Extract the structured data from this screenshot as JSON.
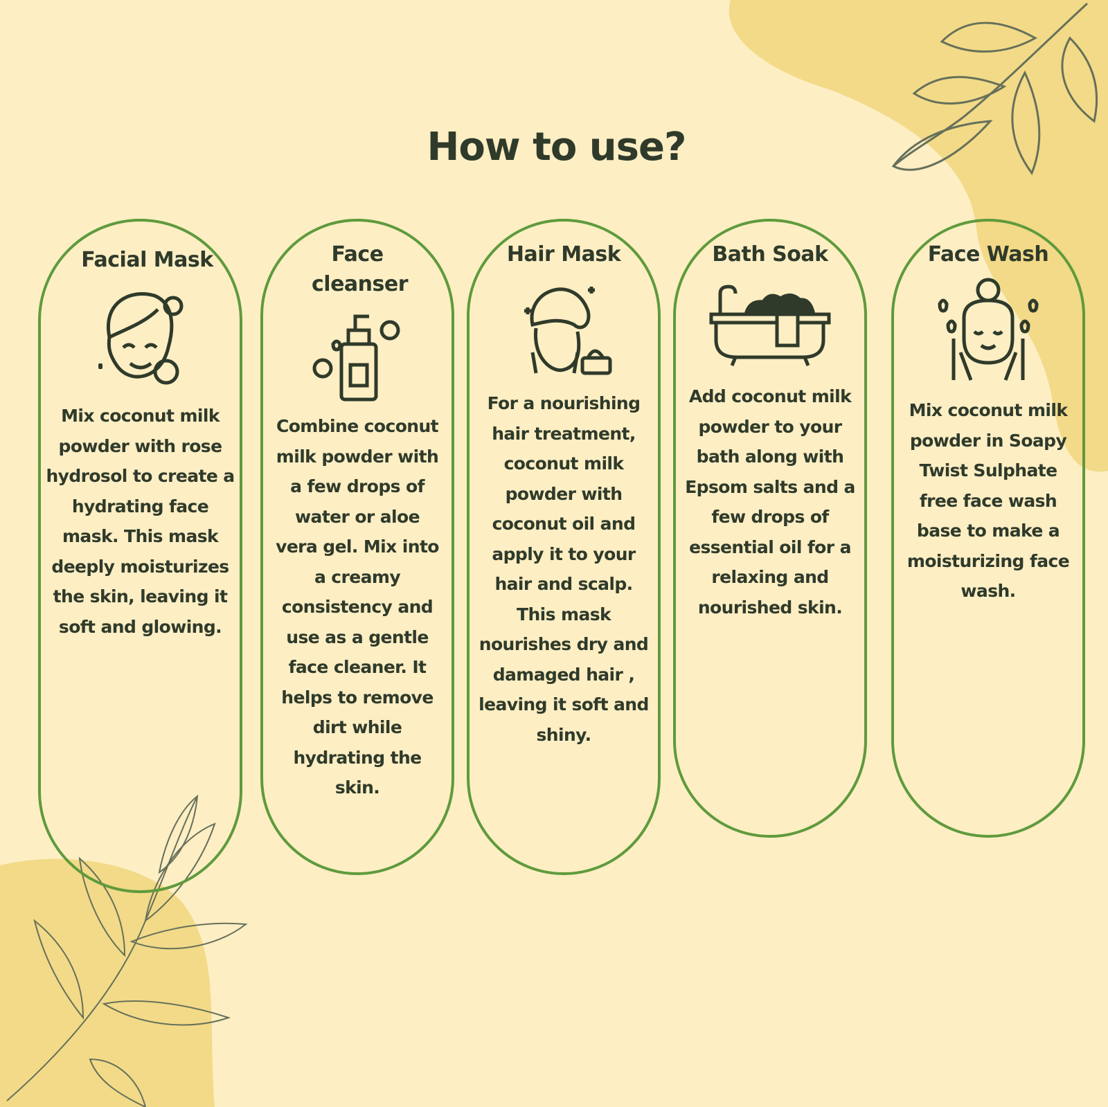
{
  "title": "How to use?",
  "colors": {
    "background": "#fdeec4",
    "blob": "#f2da88",
    "border": "#5f9a3c",
    "text": "#2f3a2a"
  },
  "cards": [
    {
      "title": "Facial Mask",
      "icon": "smiling-face-icon",
      "text": "Mix coconut milk powder with rose hydrosol to create a hydrating face mask. This mask deeply moisturizes the skin, leaving it soft and glowing."
    },
    {
      "title": "Face cleanser",
      "icon": "pump-bottle-icon",
      "text": "Combine coconut milk powder with a few drops of water or aloe vera gel. Mix into a creamy consistency and use as a gentle face cleaner. It helps to remove dirt while hydrating the skin."
    },
    {
      "title": "Hair Mask",
      "icon": "hair-towel-icon",
      "text": "For a nourishing hair treatment, coconut milk powder with coconut oil  and apply it to your hair and scalp. This mask nourishes dry and damaged hair , leaving it soft and shiny."
    },
    {
      "title": "Bath Soak",
      "icon": "bathtub-icon",
      "text": "Add coconut milk powder to your bath along with Epsom salts and a few drops of essential oil for a relaxing and nourished skin."
    },
    {
      "title": "Face Wash",
      "icon": "face-wash-icon",
      "text": "Mix coconut milk powder in Soapy Twist Sulphate free face wash base to make a moisturizing face wash."
    }
  ]
}
